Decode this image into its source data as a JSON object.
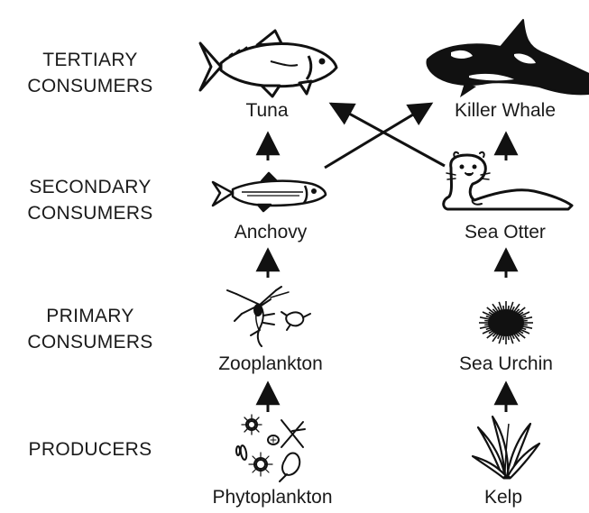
{
  "levels": [
    {
      "line1": "TERTIARY",
      "line2": "CONSUMERS"
    },
    {
      "line1": "SECONDARY",
      "line2": "CONSUMERS"
    },
    {
      "line1": "PRIMARY",
      "line2": "CONSUMERS"
    },
    {
      "line1": "PRODUCERS",
      "line2": ""
    }
  ],
  "organisms": {
    "tuna": "Tuna",
    "killer_whale": "Killer Whale",
    "anchovy": "Anchovy",
    "sea_otter": "Sea Otter",
    "zooplankton": "Zooplankton",
    "sea_urchin": "Sea Urchin",
    "phytoplankton": "Phytoplankton",
    "kelp": "Kelp"
  },
  "icons": [
    "tuna-icon",
    "killer-whale-icon",
    "anchovy-icon",
    "sea-otter-icon",
    "zooplankton-icon",
    "sea-urchin-icon",
    "phytoplankton-icon",
    "kelp-icon",
    "arrow-icon"
  ],
  "colors": {
    "ink": "#111111",
    "background": "#ffffff"
  }
}
